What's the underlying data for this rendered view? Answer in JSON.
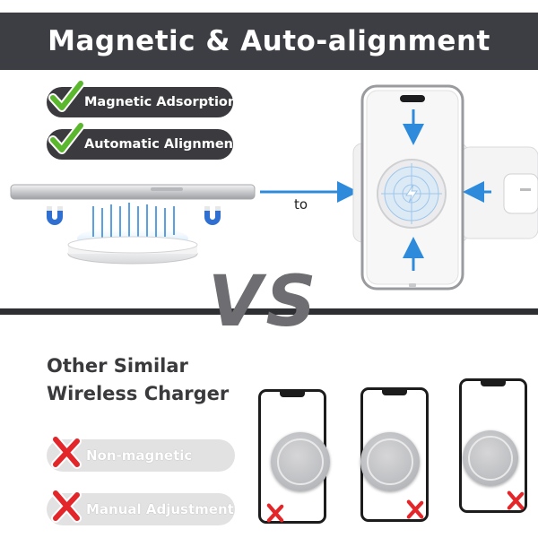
{
  "header": {
    "title": "Magnetic & Auto-alignment"
  },
  "features_good": [
    {
      "label": "Magnetic Adsorption",
      "icon": "green-check-icon"
    },
    {
      "label": "Automatic Alignment",
      "icon": "green-check-icon"
    }
  ],
  "transition_label": "to",
  "vs_label": "VS",
  "comparison": {
    "heading_line1": "Other Similar",
    "heading_line2": "Wireless Charger",
    "features_bad": [
      {
        "label": "Non-magnetic",
        "icon": "red-x-icon"
      },
      {
        "label": "Manual Adjustment",
        "icon": "red-x-icon"
      }
    ]
  },
  "colors": {
    "header_bg": "#3d3e43",
    "check_green": "#5bb82e",
    "x_red": "#e3262a",
    "arrow_blue": "#2e8bdc",
    "pill_dark": "#3b3b3f",
    "pill_light": "#e2e2e2"
  }
}
